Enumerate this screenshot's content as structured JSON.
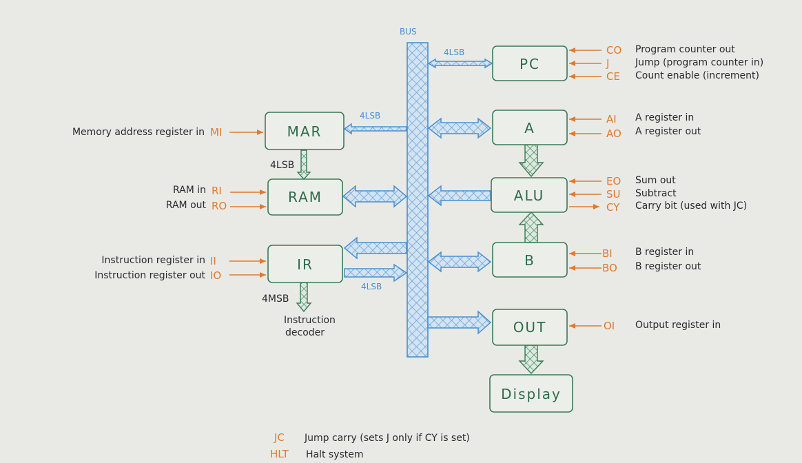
{
  "bus": {
    "label": "BUS"
  },
  "blocks": {
    "pc": "PC",
    "mar": "MAR",
    "ram": "RAM",
    "ir": "IR",
    "a": "A",
    "alu": "ALU",
    "b": "B",
    "out": "OUT",
    "display": "Display"
  },
  "bus_labels": {
    "pc_4lsb": "4LSB",
    "mar_4lsb": "4LSB",
    "mar_ram_4lsb": "4LSB",
    "ir_4lsb": "4LSB",
    "ir_4msb": "4MSB"
  },
  "decoder": {
    "line1": "Instruction",
    "line2": "decoder"
  },
  "right_signals": [
    {
      "code": "CO",
      "desc": "Program counter out"
    },
    {
      "code": "J",
      "desc": "Jump (program counter in)"
    },
    {
      "code": "CE",
      "desc": "Count enable (increment)"
    },
    {
      "code": "AI",
      "desc": "A register in"
    },
    {
      "code": "AO",
      "desc": "A register out"
    },
    {
      "code": "EO",
      "desc": "Sum out"
    },
    {
      "code": "SU",
      "desc": "Subtract"
    },
    {
      "code": "CY",
      "desc": "Carry bit (used with JC)"
    },
    {
      "code": "BI",
      "desc": "B register in"
    },
    {
      "code": "BO",
      "desc": "B register out"
    },
    {
      "code": "OI",
      "desc": "Output register in"
    }
  ],
  "left_signals": [
    {
      "desc": "Memory address register in",
      "code": "MI"
    },
    {
      "desc": "RAM in",
      "code": "RI"
    },
    {
      "desc": "RAM out",
      "code": "RO"
    },
    {
      "desc": "Instruction register in",
      "code": "II"
    },
    {
      "desc": "Instruction register out",
      "code": "IO"
    }
  ],
  "footer": [
    {
      "code": "JC",
      "desc": "Jump carry (sets J only if CY is set)"
    },
    {
      "code": "HLT",
      "desc": "Halt system"
    }
  ]
}
